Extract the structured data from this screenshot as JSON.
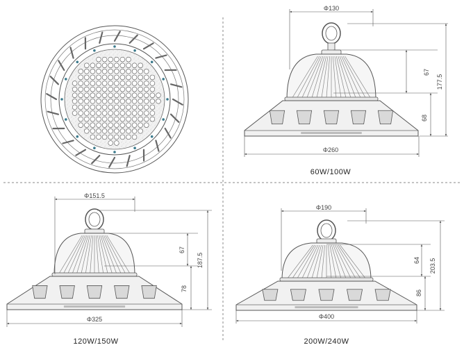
{
  "top_view": {},
  "model_60_100": {
    "caption": "60W/100W",
    "dims": {
      "top_diameter": "Φ130",
      "body_height": "67",
      "total_height": "177.5",
      "base_height": "68",
      "base_diameter": "Φ260"
    }
  },
  "model_120_150": {
    "caption": "120W/150W",
    "dims": {
      "top_diameter": "Φ151.5",
      "body_height": "67",
      "total_height": "187.5",
      "base_height": "78",
      "base_diameter": "Φ325"
    }
  },
  "model_200_240": {
    "caption": "200W/240W",
    "dims": {
      "top_diameter": "Φ190",
      "body_height": "64",
      "total_height": "203.5",
      "base_height": "86",
      "base_diameter": "Φ400"
    }
  }
}
